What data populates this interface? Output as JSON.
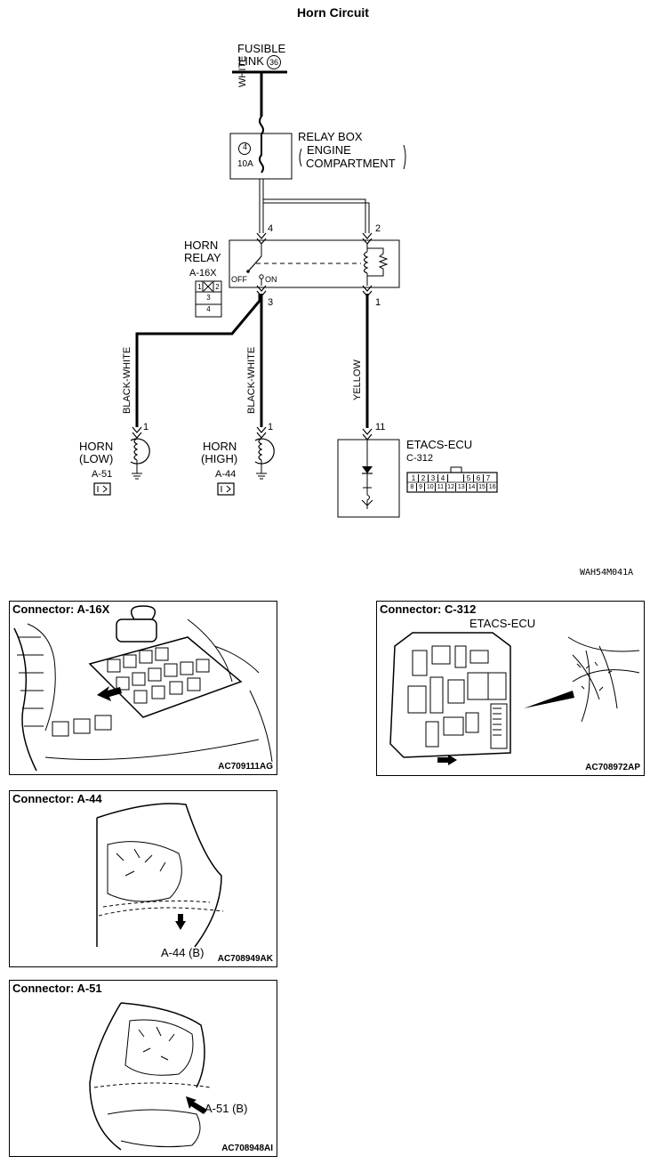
{
  "title": "Horn Circuit",
  "fusible_link": {
    "line1": "FUSIBLE",
    "line2": "LINK",
    "number": "36"
  },
  "wires": {
    "white": "WHITE",
    "black_white": "BLACK-WHITE",
    "yellow": "YELLOW"
  },
  "relay_box": {
    "fuse_number": "4",
    "fuse_rating": "10A",
    "line1": "RELAY BOX",
    "line2": "ENGINE",
    "line3": "COMPARTMENT"
  },
  "horn_relay": {
    "line1": "HORN",
    "line2": "RELAY",
    "connector": "A-16X",
    "off": "OFF",
    "on": "ON",
    "pins": {
      "p4": "4",
      "p2": "2",
      "p3": "3",
      "p1": "1"
    },
    "conn_cells": [
      "1",
      "2",
      "3",
      "4"
    ]
  },
  "horn_low": {
    "line1": "HORN",
    "line2": "(LOW)",
    "connector": "A-51",
    "pin": "1"
  },
  "horn_high": {
    "line1": "HORN",
    "line2": "(HIGH)",
    "connector": "A-44",
    "pin": "1"
  },
  "etacs": {
    "name": "ETACS-ECU",
    "connector": "C-312",
    "pin": "11",
    "row1": [
      "1",
      "2",
      "3",
      "4",
      "5",
      "6",
      "7"
    ],
    "row2": [
      "8",
      "9",
      "10",
      "11",
      "12",
      "13",
      "14",
      "15",
      "16"
    ]
  },
  "diagram_code": "WAH54M041A",
  "panels": {
    "a16x": {
      "title": "Connector: A-16X",
      "code": "AC709111AG"
    },
    "c312": {
      "title": "Connector: C-312",
      "subtitle": "ETACS-ECU",
      "code": "AC708972AP"
    },
    "a44": {
      "title": "Connector: A-44",
      "code": "AC708949AK",
      "callout": "A-44 (B)"
    },
    "a51": {
      "title": "Connector: A-51",
      "code": "AC708948AI",
      "callout": "A-51 (B)"
    }
  }
}
